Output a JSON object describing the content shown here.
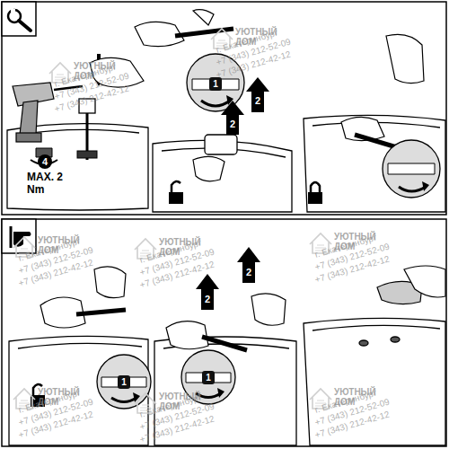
{
  "diagram": {
    "labels": [
      "4",
      "MAX. 2 Nm",
      "1",
      "2",
      "2",
      "1",
      "2",
      "2",
      "1",
      "УЮТНЫЙ ДОМ",
      "г. Екатеринбург",
      "+7 (343) 212-52-09",
      "+7 (343) 212-42-12",
      "УЮТНЫЙ ДОМ",
      "г. Екатеринбург",
      "+7 (343) 212-52-09",
      "+7 (343) 212-42-12",
      "УЮТНЫЙ ДОМ",
      "г. Екатеринбург",
      "+7 (343) 212-52-09",
      "+7 (343) 212-42-12",
      "УЮТНЫЙ ДОМ",
      "г. Екатеринбург",
      "+7 (343) 212-52-09",
      "+7 (343) 212-42-12",
      "УЮТНЫЙ ДОМ",
      "г. Екатеринбург",
      "+7 (343) 212-52-09",
      "+7 (343) 212-42-12",
      "УЮТНЫЙ ДОМ",
      "г. Екатеринбург",
      "+7 (343) 212-52-09",
      "+7 (343) 212-42-12",
      "УЮТНЫЙ ДОМ",
      "г. Екатеринбург",
      "+7 (343) 212-52-09",
      "+7 (343) 212-42-12",
      "УЮТНЫЙ ДОМ",
      "г. Екатеринбург",
      "+7 (343) 212-52-09",
      "+7 (343) 212-42-12"
    ]
  }
}
